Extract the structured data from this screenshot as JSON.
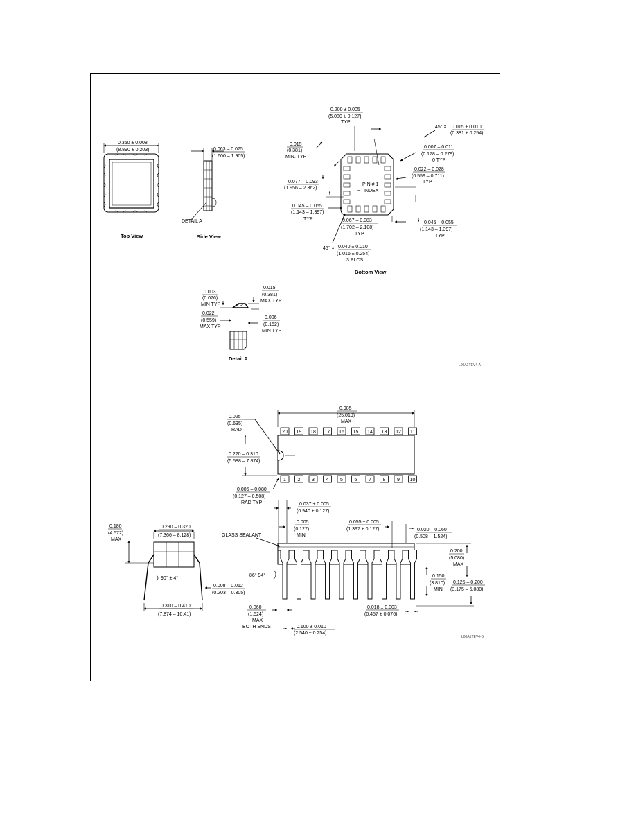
{
  "lcc_package": {
    "top_view": {
      "caption": "Top View",
      "width_dim": "0.350 ± 0.008",
      "width_dim_mm": "(8.890 ± 0.203)"
    },
    "side_view": {
      "caption": "Side View",
      "thickness_dim": "0.063 – 0.075",
      "thickness_dim_mm": "(1.600 – 1.905)",
      "detail_label": "DETAIL A"
    },
    "bottom_view": {
      "caption": "Bottom View",
      "pin1_label_line1": "PIN # 1",
      "pin1_label_line2": "INDEX",
      "dims": {
        "pitch": [
          "0.200 ± 0.005",
          "(5.080 ± 0.127)",
          "TYP"
        ],
        "chamfer_top": [
          "45° ×",
          "0.015 ± 0.010",
          "(0.381 ± 0.254)"
        ],
        "pad_gap": [
          "0.015",
          "(0.381)",
          "MIN. TYP"
        ],
        "corner_offset": [
          "0.007 – 0.011",
          "(0.178 – 0.279)",
          "0 TYP"
        ],
        "pad_width": [
          "0.022 – 0.028",
          "(0.559 – 0.711)",
          "TYP"
        ],
        "pad_spacing": [
          "0.077 – 0.093",
          "(1.956 – 2.362)"
        ],
        "pad_length": [
          "0.045 – 0.055",
          "(1.143 – 1.397)",
          "TYP"
        ],
        "pad_edge": [
          "0.067 – 0.083",
          "(1.702 – 2.108)",
          "TYP"
        ],
        "pad_length_right": [
          "0.045 – 0.055",
          "(1.143 – 1.397)",
          "TYP"
        ],
        "chamfer_bottom": [
          "45° ×",
          "0.040 ± 0.010",
          "(1.016 ± 0.254)",
          "3 PLCS"
        ]
      }
    },
    "detail_a": {
      "caption": "Detail A",
      "dims": {
        "min_typ_left": [
          "0.003",
          "(0.076)",
          "MIN TYP"
        ],
        "max_typ_left": [
          "0.022",
          "(0.559)",
          "MAX TYP"
        ],
        "max_typ_right": [
          "0.015",
          "(0.381)",
          "MAX TYP"
        ],
        "min_typ_right": [
          "0.006",
          "(0.152)",
          "MIN TYP"
        ]
      }
    },
    "figure_ref": "L00A1TEV4-A"
  },
  "dip_package": {
    "top_view": {
      "top_pins": [
        "20",
        "19",
        "18",
        "17",
        "16",
        "15",
        "14",
        "13",
        "12",
        "11"
      ],
      "bottom_pins": [
        "1",
        "2",
        "3",
        "4",
        "5",
        "6",
        "7",
        "8",
        "9",
        "10"
      ],
      "dims": {
        "length": [
          "0.985",
          "(25.019)",
          "MAX"
        ],
        "notch_rad": [
          "0.025",
          "(0.635)",
          "RAD"
        ],
        "body_width": [
          "0.220 – 0.310",
          "(5.588 – 7.874)"
        ],
        "end_offset": [
          "0.005 – 0.080",
          "(0.127 – 0.508)",
          "RAD TYP"
        ]
      }
    },
    "end_view": {
      "dims": {
        "seat_height": [
          "0.180",
          "(4.572)",
          "MAX"
        ],
        "body_width": [
          "0.290 – 0.320",
          "(7.366 – 8.128)"
        ],
        "lead_angle": "90° ± 4°",
        "lead_thickness": [
          "0.008 – 0.012",
          "(0.203 – 0.305)"
        ],
        "lead_spread": [
          "0.310 – 0.410",
          "(7.874 – 10.41)"
        ]
      }
    },
    "side_view": {
      "glass_sealant": "GLASS SEALANT",
      "lead_angle": "86° 94°",
      "dims": {
        "shoulder": [
          "0.037 ± 0.005",
          "(0.940 ± 0.127)"
        ],
        "standoff_min": [
          "0.005",
          "(0.127)",
          "MIN"
        ],
        "lead_width_top": [
          "0.055 ± 0.005",
          "(1.397 ± 0.127)"
        ],
        "end_lead": [
          "0.020 – 0.060",
          "(0.508 – 1.524)"
        ],
        "body_height": [
          "0.200",
          "(5.080)",
          "MAX"
        ],
        "lead_length": [
          "0.150",
          "(3.810)",
          "MIN"
        ],
        "seat_plane": [
          "0.125 – 0.200",
          "(3.175 – 5.080)"
        ],
        "end_lead_max": [
          "0.060",
          "(1.524)",
          "MAX",
          "BOTH ENDS"
        ],
        "lead_width": [
          "0.018 ± 0.003",
          "(0.457 ± 0.076)"
        ],
        "pitch": [
          "0.100 ± 0.010",
          "(2.540 ± 0.254)"
        ]
      }
    },
    "figure_ref": "L00A1TEV4-B"
  },
  "icons": [
    "pin1-index-notch",
    "dimension-arrow"
  ]
}
